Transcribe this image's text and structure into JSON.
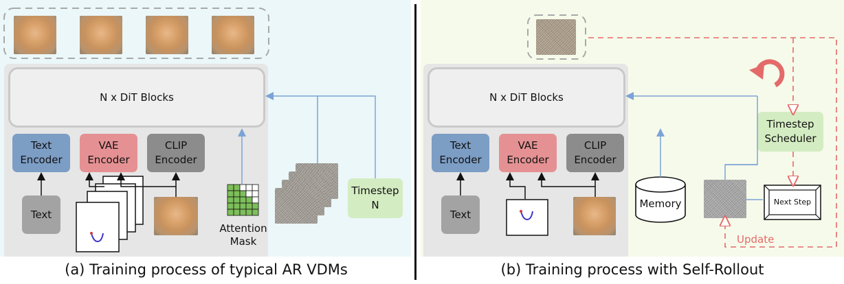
{
  "left_panel": {
    "dit_label": "N x DiT Blocks",
    "text_encoder": [
      "Text",
      "Encoder"
    ],
    "vae_encoder": [
      "VAE",
      "Encoder"
    ],
    "clip_encoder": [
      "CLIP",
      "Encoder"
    ],
    "text_input": "Text",
    "attention_mask": [
      "Attention",
      "Mask"
    ],
    "timestep": [
      "Timestep",
      "N"
    ],
    "caption": "(a) Training process of typical AR VDMs"
  },
  "right_panel": {
    "dit_label": "N x DiT Blocks",
    "text_encoder": [
      "Text",
      "Encoder"
    ],
    "vae_encoder": [
      "VAE",
      "Encoder"
    ],
    "clip_encoder": [
      "CLIP",
      "Encoder"
    ],
    "text_input": "Text",
    "memory": "Memory",
    "timestep_scheduler": [
      "Timestep",
      "Scheduler"
    ],
    "next_step": "Next Step",
    "update": "Update",
    "caption": "(b) Training process with Self-Rollout"
  },
  "colors": {
    "text_encoder": "#7c9dc4",
    "vae_encoder": "#e59193",
    "clip_encoder": "#8c8c8c",
    "timestep": "#d4ecc2",
    "arrow_blue": "#7ca3d6",
    "dashed_red": "#e46a6a",
    "mask_green": "#7dbf5a"
  },
  "icons": [
    "attention-mask-grid",
    "rollout-arrow-icon",
    "memory-cylinder-icon",
    "next-step-frame-icon"
  ]
}
